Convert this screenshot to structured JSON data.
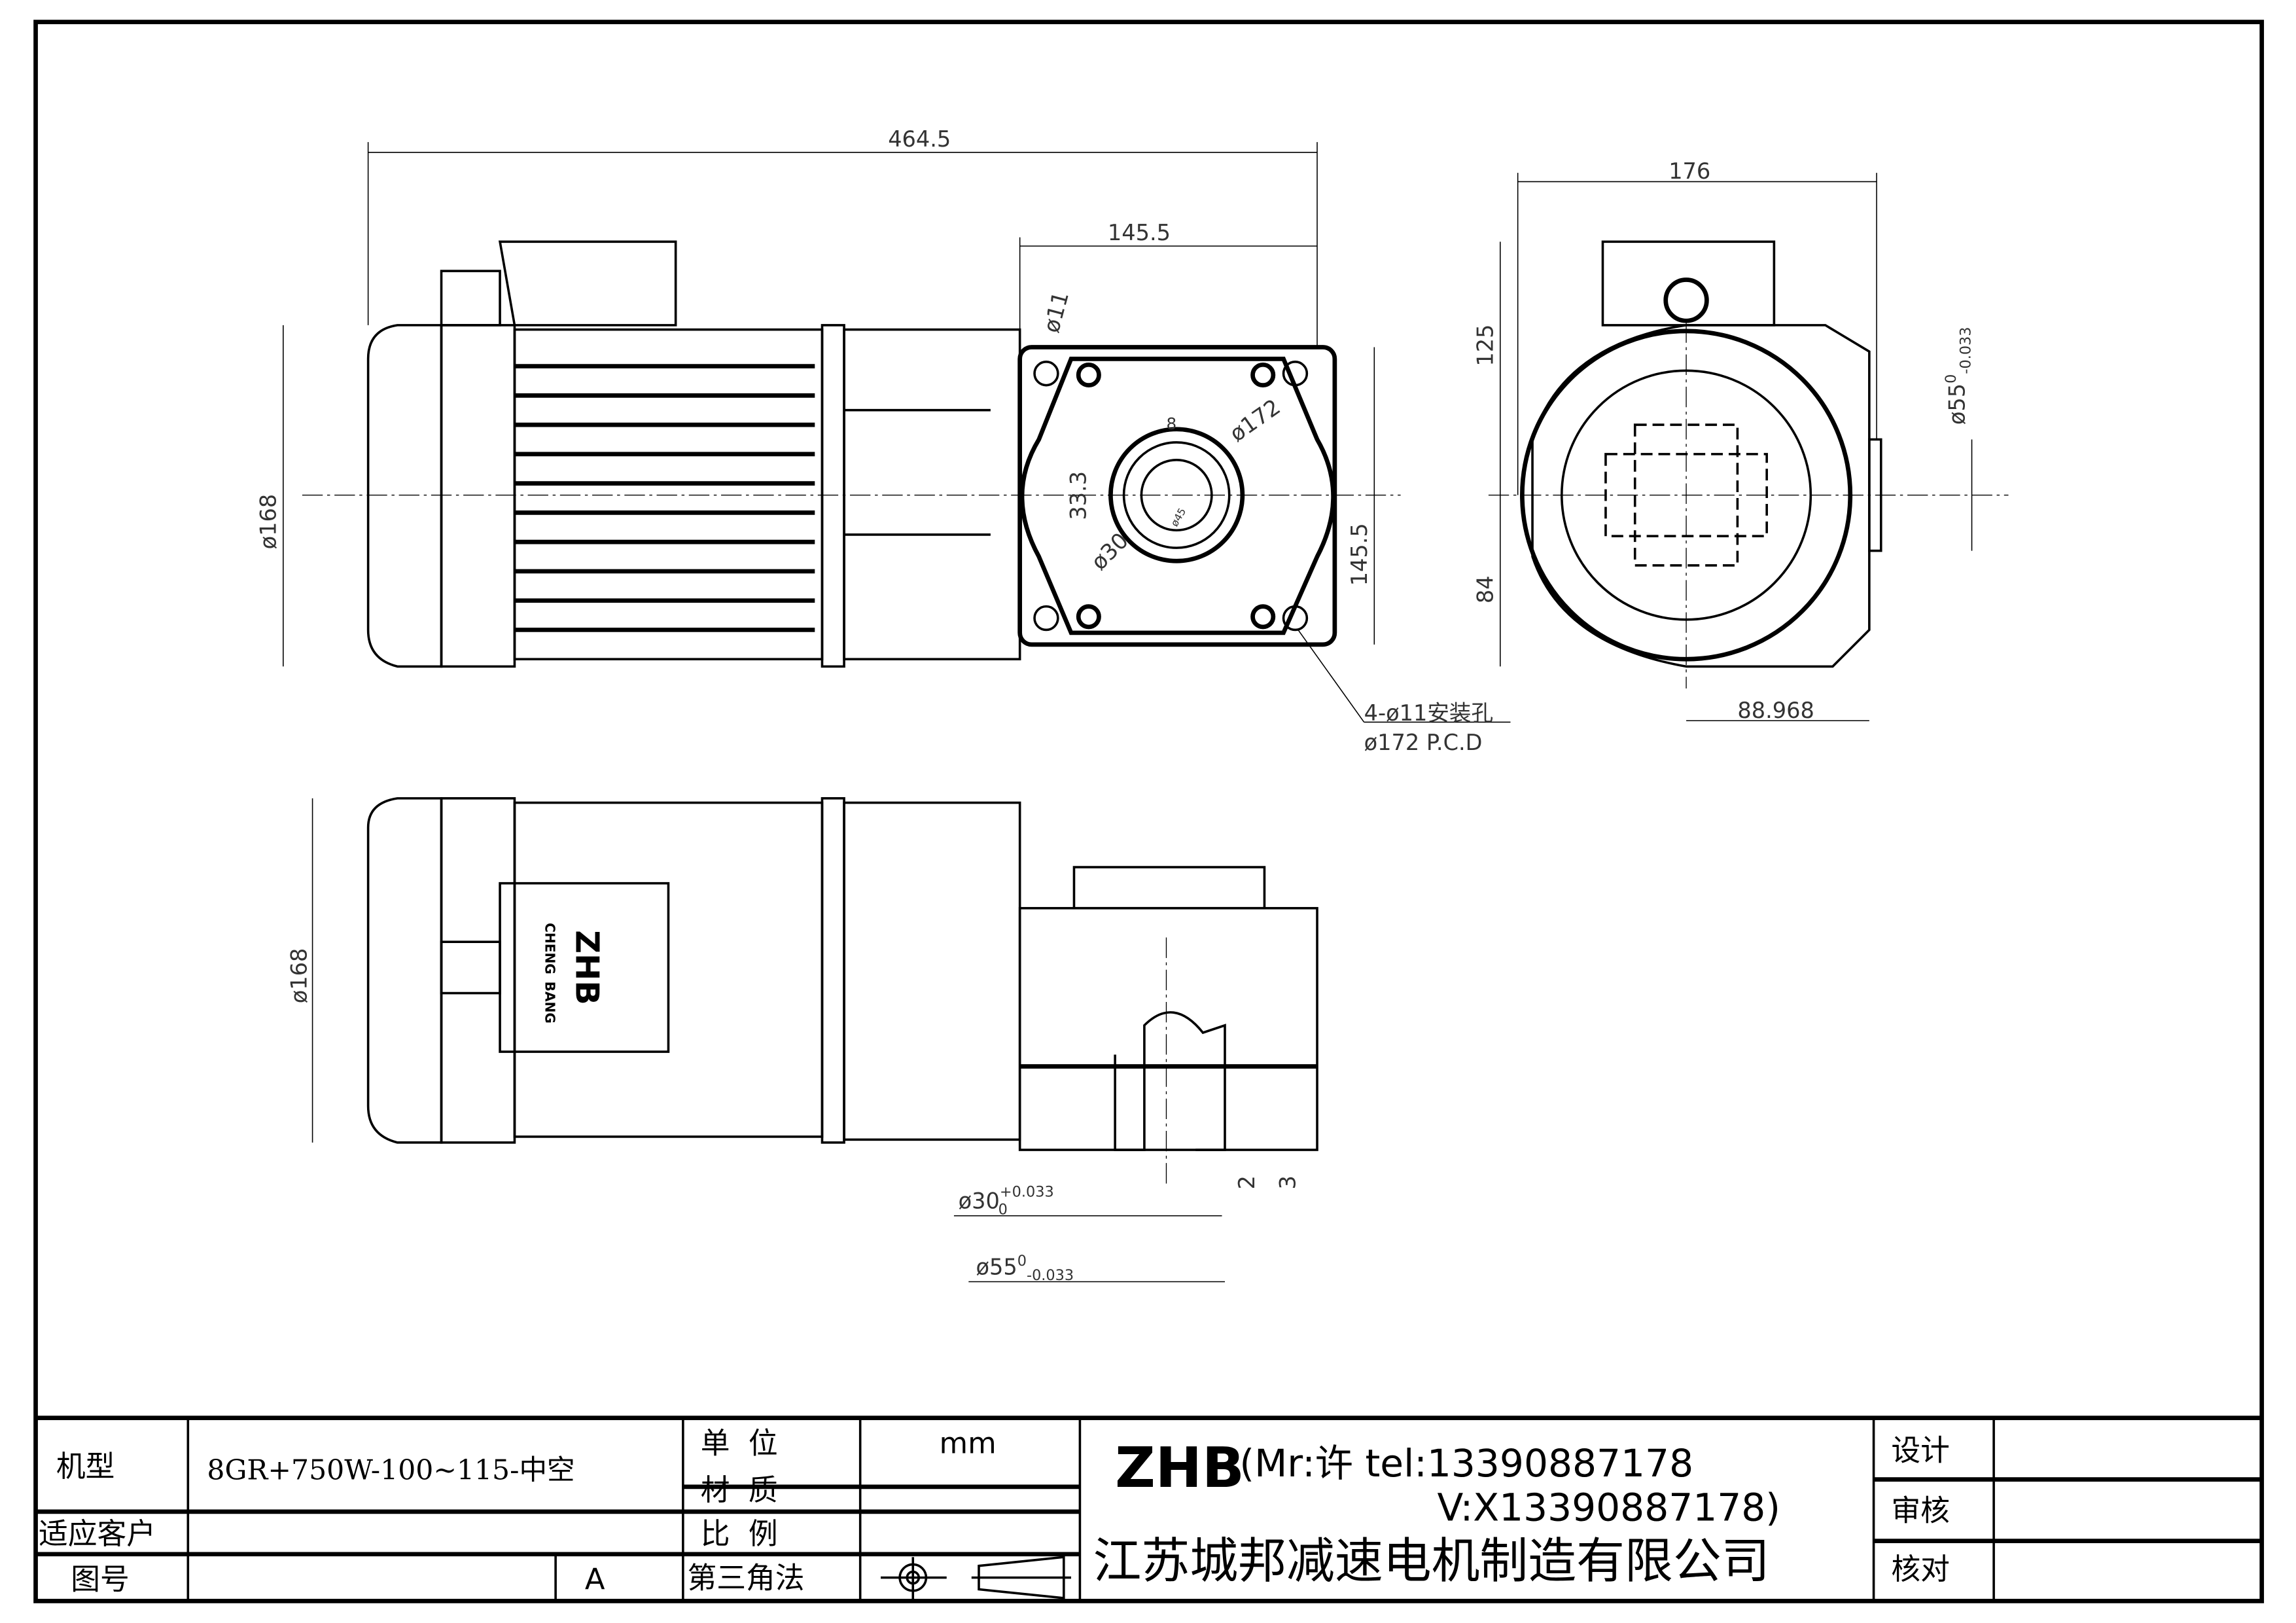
{
  "drawing": {
    "front_view": {
      "overall_length": "464.5",
      "flange_length": "145.5",
      "motor_dia": "ø168",
      "hole_dia": "ø11",
      "pcd_dia": "ø172",
      "key_height": "33.3",
      "bore_dia": "ø30",
      "key_width": "8",
      "hub_dia": "ø45",
      "flange_height": "145.5"
    },
    "side_view": {
      "width": "176",
      "height_top": "125",
      "height_bottom": "84",
      "hub_dia": "ø55",
      "hub_tol": "0",
      "hub_tol_lower": "-0.033",
      "offset": "88.968"
    },
    "note": {
      "holes": "4-ø11安装孔",
      "pcd": "ø172 P.C.D"
    },
    "bottom_view": {
      "motor_dia": "ø168",
      "logo_brand": "ZHB",
      "logo_text_1": "CHENG",
      "logo_text_2": "BANG",
      "bore": "ø30",
      "bore_tol_upper": "+0.033",
      "bore_tol_lower": "0",
      "hub": "ø55",
      "hub_tol_upper": "0",
      "hub_tol_lower": "-0.033",
      "dim_2": "2",
      "dim_3": "3"
    }
  },
  "title_block": {
    "model_label": "机型",
    "model_value": "8GR+750W-100~115-中空",
    "customer_label": "适应客户",
    "drawing_no_label": "图号",
    "revision": "A",
    "unit_label": "单  位",
    "unit_value": "mm",
    "material_label": "材  质",
    "scale_label": "比  例",
    "projection_label": "第三角法",
    "brand": "ZHB",
    "contact_line1": "(Mr:许 tel:13390887178",
    "contact_line2": "V:X13390887178)",
    "company": "江苏城邦减速电机制造有限公司",
    "design_label": "设计",
    "review_label": "审核",
    "check_label": "核对"
  }
}
